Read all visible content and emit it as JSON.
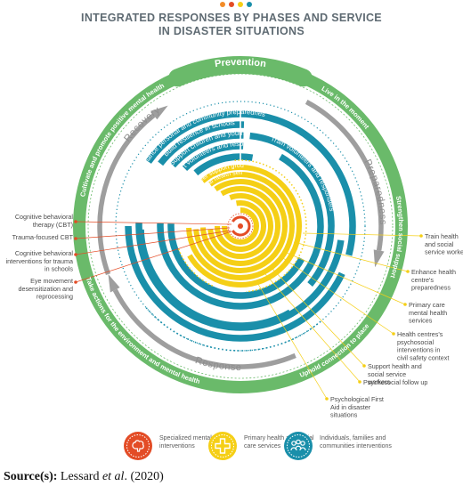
{
  "title": {
    "line1": "INTEGRATED RESPONSES BY PHASES AND SERVICE",
    "line2": "IN DISASTER SITUATIONS"
  },
  "colors": {
    "green": "#6aba6a",
    "teal": "#1a8faa",
    "yellow": "#f5cf16",
    "red": "#e34c26",
    "grey": "#9e9e9e",
    "dot_orange": "#f28c28",
    "dot_red": "#e34c26",
    "dot_yellow": "#f5cf16",
    "dot_blue": "#1a8faa"
  },
  "outer_ring": {
    "top": "Prevention",
    "left": "Cultivate and promote positive mental health",
    "right_top": "Live in the moment",
    "right": "Strengthen social support",
    "bottom_right": "Uphold connection to place",
    "bottom_left": "Take actions for the environment and mental health"
  },
  "phases": {
    "recovery": "Recovery",
    "preparedness": "Preparedness",
    "response": "Response"
  },
  "teal_arcs": [
    "Enhance personal and community preparedness",
    "Build resilience in schools",
    "Support children and youth",
    "Support volunteers and responders",
    "Train volunteers and responders"
  ],
  "yellow_arcs": [
    "Peer support groups",
    "Mental health self-care"
  ],
  "left_labels": [
    "Cognitive behavioral therapy (CBT)",
    "Trauma-focused CBT",
    "Cognitive behavioral interventions for trauma in schools",
    "Eye movement desensitization and reprocessing"
  ],
  "right_labels": [
    "Train health and social service workers",
    "Enhance health centre's preparedness",
    "Primary care mental health services",
    "Health centres's psychosocial interventions in civil safety context",
    "Support health and social service workers",
    "Psychosocial follow up",
    "Psychological First Aid in disaster situations"
  ],
  "legend": [
    {
      "label": "Specialized mental health interventions",
      "icon": "brain-icon",
      "color": "#e34c26"
    },
    {
      "label": "Primary health and social care services",
      "icon": "medical-cross-icon",
      "color": "#f5cf16"
    },
    {
      "label": "Individuals, families and communities interventions",
      "icon": "people-icon",
      "color": "#1a8faa"
    }
  ],
  "source": {
    "label": "Source(s):",
    "author": "Lessard",
    "etal": "et al",
    "year": ". (2020)"
  }
}
